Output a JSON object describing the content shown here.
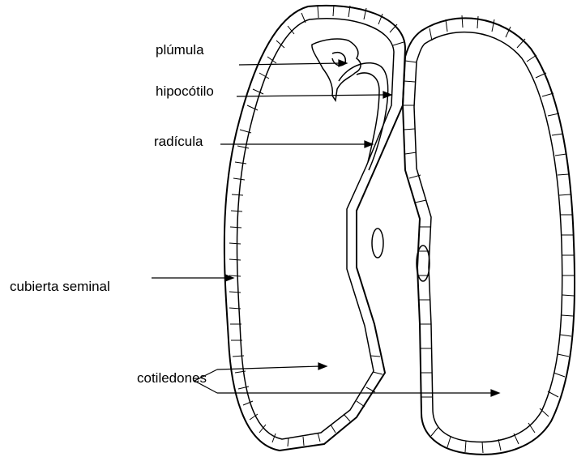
{
  "diagram": {
    "labels": {
      "plumula": "plúmula",
      "hipocotilo": "hipocótilo",
      "radicula": "radícula",
      "cubierta_seminal": "cubierta seminal",
      "cotiledones": "cotiledones"
    },
    "colors": {
      "ink": "#000000",
      "background": "#ffffff"
    }
  }
}
